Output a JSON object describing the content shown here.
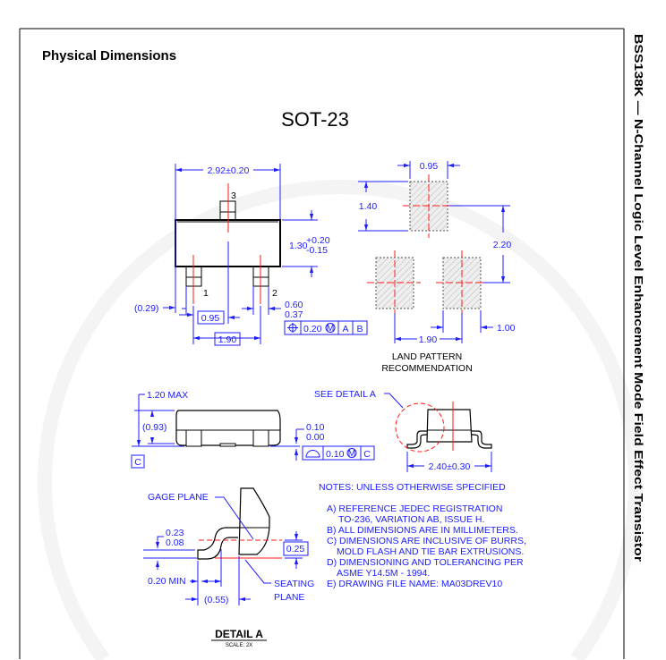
{
  "header": {
    "title": "Physical Dimensions"
  },
  "side_title": "BSS138K — N-Channel Logic Level Enhancement Mode Field Effect Transistor",
  "drawing": {
    "package": "SOT-23",
    "top_view": {
      "width_dim": "2.92±0.20",
      "height_dim_base": "1.30",
      "height_tol_plus": "+0.20",
      "height_tol_minus": "-0.15",
      "pin1": "1",
      "pin2": "2",
      "pin3": "3",
      "offset": "(0.29)",
      "pitch": "0.95",
      "span": "1.90",
      "lead_max": "0.60",
      "lead_min": "0.37",
      "fcf_tol": "0.20",
      "fcf_mod": "M",
      "fcf_a": "A",
      "fcf_b": "B"
    },
    "land_pattern": {
      "pad_width": "0.95",
      "pad_length": "1.40",
      "row_span": "2.20",
      "pitch": "1.90",
      "pad_gap": "1.00",
      "label_1": "LAND PATTERN",
      "label_2": "RECOMMENDATION"
    },
    "side_view": {
      "max_height": "1.20 MAX",
      "body_height": "(0.93)",
      "datum": "C",
      "standoff_max": "0.10",
      "standoff_min": "0.00",
      "fcf_tol": "0.10",
      "fcf_mod": "M",
      "fcf_datum": "C"
    },
    "end_view": {
      "see_detail": "SEE DETAIL A",
      "width_dim": "2.40±0.30"
    },
    "detail": {
      "gage_plane": "GAGE PLANE",
      "thick_max": "0.23",
      "thick_min": "0.08",
      "gage_dim": "0.25",
      "foot_min": "0.20 MIN",
      "foot_ref": "(0.55)",
      "seating_1": "SEATING",
      "seating_2": "PLANE",
      "title": "DETAIL A",
      "scale": "SCALE: 2X"
    },
    "notes": {
      "heading": "NOTES: UNLESS OTHERWISE SPECIFIED",
      "lines": [
        "A)  REFERENCE JEDEC REGISTRATION",
        "TO-236, VARIATION AB, ISSUE H.",
        "B)  ALL DIMENSIONS ARE IN MILLIMETERS.",
        "C)  DIMENSIONS ARE INCLUSIVE OF BURRS,",
        "MOLD FLASH AND TIE BAR EXTRUSIONS.",
        "D)  DIMENSIONING AND TOLERANCING PER",
        "ASME Y14.5M - 1994.",
        "E)  DRAWING FILE NAME: MA03DREV10"
      ]
    }
  }
}
